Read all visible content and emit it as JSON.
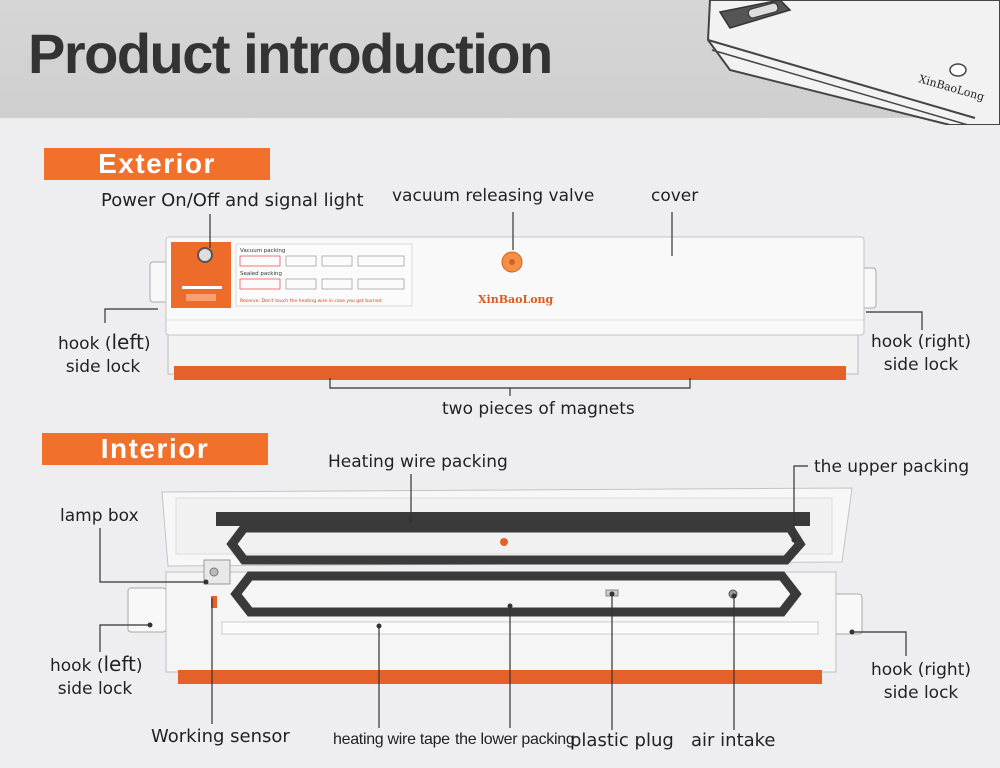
{
  "title": "Product introduction",
  "header_device_brand": "XinBaoLong",
  "colors": {
    "accent": "#f0702c",
    "device_body": "#f7f7f7",
    "header_band": "#d3d3d3"
  },
  "exterior": {
    "tag": "Exterior",
    "labels": {
      "power": "Power On/Off and signal light",
      "valve": "vacuum releasing valve",
      "cover": "cover",
      "hook_left_1": "hook (",
      "hook_left_2": "left",
      "hook_left_3": ")",
      "hook_left_line2": "side lock",
      "hook_right_line1": "hook (right)",
      "hook_right_line2": "side lock",
      "magnets": "two pieces of magnets"
    },
    "device_panel": {
      "brand": "XinBaoLong",
      "packing_1": "Vacuum packing",
      "packing_2": "Sealed packing",
      "warning": "Reserve: Don't touch the heating wire in case you get burned."
    }
  },
  "interior": {
    "tag": "Interior",
    "labels": {
      "heating_wire_packing": "Heating wire packing",
      "upper_packing": "the upper packing",
      "lamp_box": "lamp box",
      "hook_left_1": "hook (",
      "hook_left_2": "left",
      "hook_left_3": ")",
      "hook_left_line2": "side lock",
      "hook_right_line1": "hook (right)",
      "hook_right_line2": "side lock",
      "working_sensor": "Working sensor",
      "heating_wire_tape": "heating wire tape",
      "lower_packing": "the lower packing",
      "plastic_plug": "plastic plug",
      "air_intake": "air intake"
    }
  }
}
